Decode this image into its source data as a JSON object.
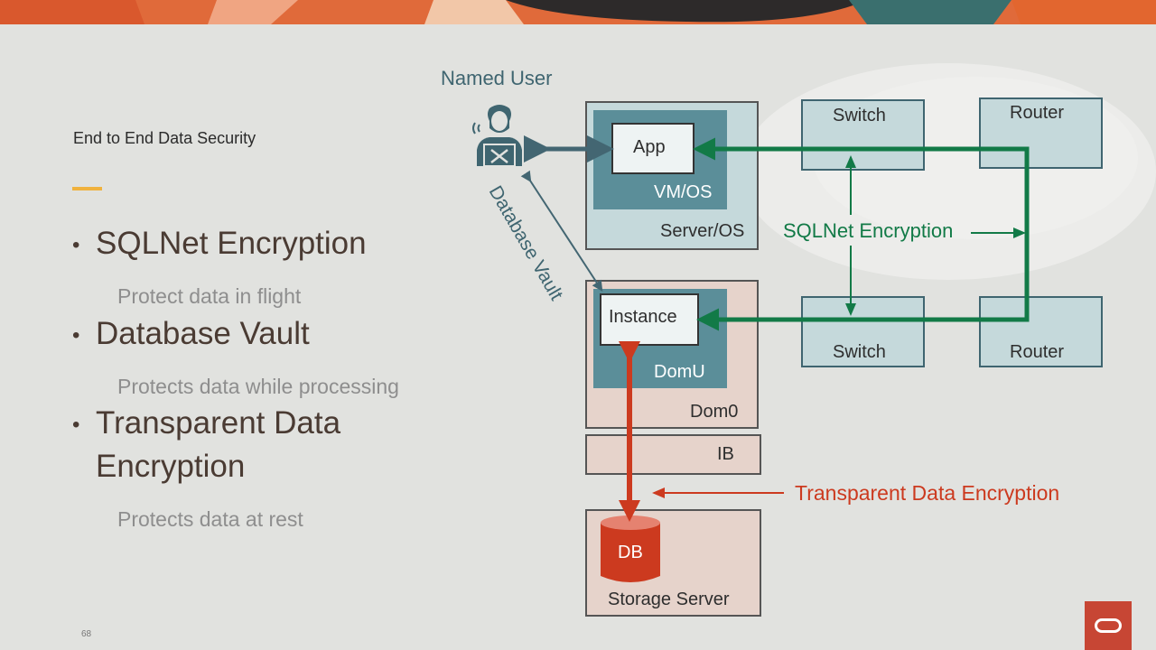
{
  "slide": {
    "subtitle": "End to End Data Security",
    "page_number": "68"
  },
  "bullets": [
    {
      "title": "SQLNet Encryption",
      "description": "Protect data in flight"
    },
    {
      "title": "Database Vault",
      "description": "Protects data while processing"
    },
    {
      "title": "Transparent Data",
      "title_line2": "Encryption",
      "description": "Protects data at rest"
    }
  ],
  "diagram": {
    "named_user": "Named User",
    "app": "App",
    "vm_os": "VM/OS",
    "server_os": "Server/OS",
    "instance": "Instance",
    "domu": "DomU",
    "dom0": "Dom0",
    "ib": "IB",
    "db": "DB",
    "storage_server": "Storage Server",
    "switch_top": "Switch",
    "switch_bottom": "Switch",
    "router_top": "Router",
    "router_bottom": "Router",
    "sqlnet_label": "SQLNet Encryption",
    "vault_label": "Database Vault",
    "tde_label": "Transparent Data Encryption"
  },
  "colors": {
    "background": "#e1e2df",
    "accent_orange": "#f0b23e",
    "teal_dark": "#5b8e99",
    "teal_light": "#c5d9db",
    "pink_box": "#e6d3cb",
    "sqlnet_green": "#127a47",
    "tde_red": "#cc3a1f",
    "vault_arrow": "#436672",
    "oracle_red": "#c74634"
  }
}
